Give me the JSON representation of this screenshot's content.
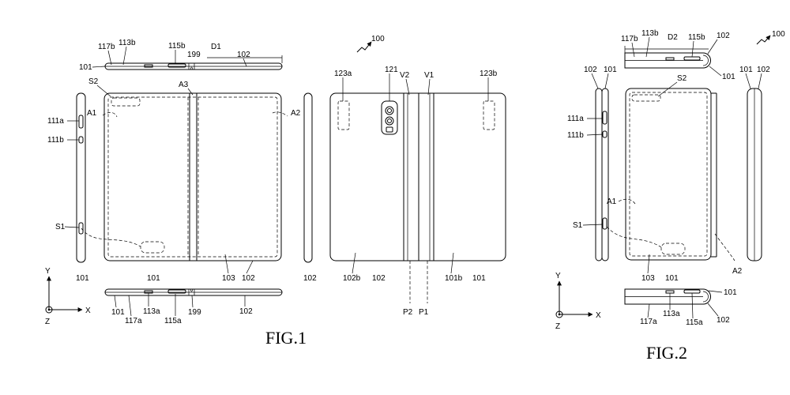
{
  "colors": {
    "ink": "#000000",
    "background": "#ffffff"
  },
  "fig1": {
    "caption": "FIG.1",
    "ref": "100",
    "top": {
      "l117b": "117b",
      "l113b": "113b",
      "l115b": "115b",
      "l199": "199",
      "lD1": "D1",
      "l102": "102",
      "l101": "101"
    },
    "left_side": {
      "lS2": "S2",
      "lA1": "A1",
      "l111a": "111a",
      "l111b": "111b",
      "lS1": "S1",
      "l101": "101"
    },
    "front": {
      "lA3": "A3",
      "lA2": "A2",
      "l101": "101",
      "l103": "103",
      "l102": "102"
    },
    "right_side": {
      "l102": "102"
    },
    "bottom": {
      "l101": "101",
      "l117a": "117a",
      "l113a": "113a",
      "l115a": "115a",
      "l199": "199",
      "l102": "102"
    },
    "axes": {
      "y": "Y",
      "x": "X",
      "z": "Z"
    },
    "rear": {
      "l123a": "123a",
      "l121": "121",
      "lV2": "V2",
      "lV1": "V1",
      "l123b": "123b",
      "l102b": "102b",
      "l102": "102",
      "l101b": "101b",
      "l101": "101",
      "lP2": "P2",
      "lP1": "P1"
    }
  },
  "fig2": {
    "caption": "FIG.2",
    "ref": "100",
    "top": {
      "l117b": "117b",
      "l113b": "113b",
      "lD2": "D2",
      "l115b": "115b",
      "l102": "102",
      "l101": "101"
    },
    "left_side": {
      "l102": "102",
      "l101": "101",
      "l111a": "111a",
      "l111b": "111b",
      "lA1": "A1",
      "lS1": "S1"
    },
    "front": {
      "lS2": "S2",
      "l103": "103",
      "l101": "101",
      "lA2": "A2"
    },
    "right_side": {
      "l101": "101",
      "l102": "102"
    },
    "bottom": {
      "l101": "101",
      "l117a": "117a",
      "l113a": "113a",
      "l115a": "115a",
      "l102": "102"
    },
    "axes": {
      "y": "Y",
      "x": "X",
      "z": "Z"
    }
  }
}
